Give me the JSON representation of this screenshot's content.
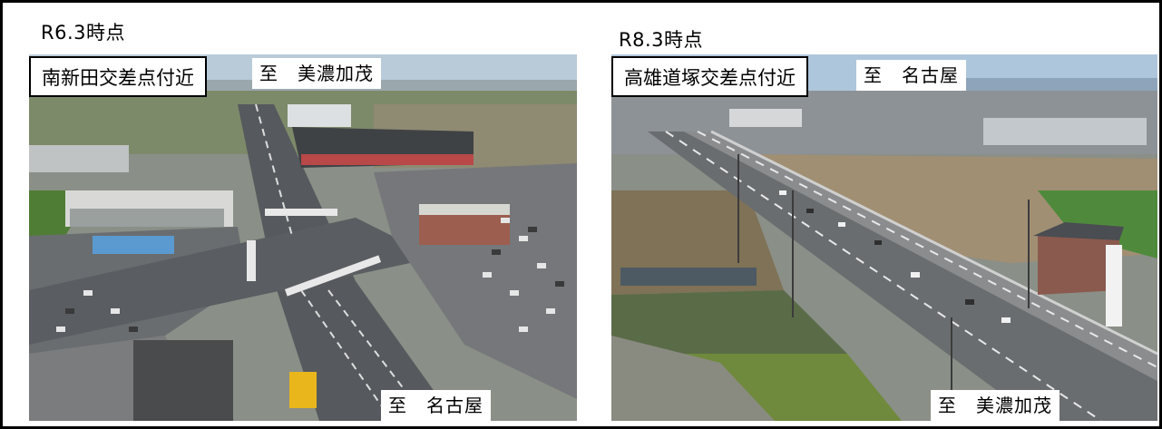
{
  "panels": [
    {
      "heading": "R6.3時点",
      "location": "南新田交差点付近",
      "dir_top": "至　美濃加茂",
      "dir_bottom": "至　名古屋"
    },
    {
      "heading": "R8.3時点",
      "location": "高雄道塚交差点付近",
      "dir_top": "至　名古屋",
      "dir_bottom": "至　美濃加茂"
    }
  ],
  "colors": {
    "frame": "#000000",
    "sky": "#aec6dc",
    "asphalt": "#5b5e62",
    "field_green": "#5f8a3a",
    "dirt": "#a08f72"
  }
}
